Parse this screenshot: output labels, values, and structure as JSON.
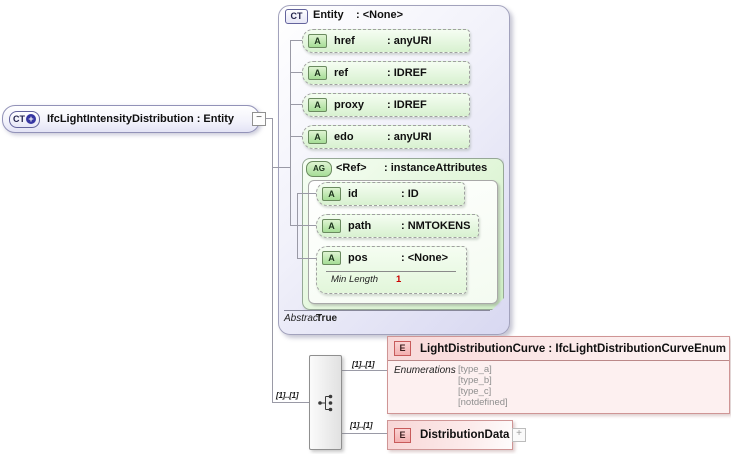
{
  "diagram": {
    "main": {
      "badge": "CT",
      "badge_plus": "+",
      "title": "IfcLightIntensityDistribution : Entity",
      "collapse_glyph": "−"
    },
    "entity": {
      "badge": "CT",
      "name": "Entity",
      "type": ": <None>",
      "attributes": [
        {
          "badge": "A",
          "name": "href",
          "type": ": anyURI"
        },
        {
          "badge": "A",
          "name": "ref",
          "type": ": IDREF"
        },
        {
          "badge": "A",
          "name": "proxy",
          "type": ": IDREF"
        },
        {
          "badge": "A",
          "name": "edo",
          "type": ": anyURI"
        }
      ],
      "group": {
        "badge": "AG",
        "name": "<Ref>",
        "type": ": instanceAttributes",
        "attributes": [
          {
            "badge": "A",
            "name": "id",
            "type": ": ID"
          },
          {
            "badge": "A",
            "name": "path",
            "type": ": NMTOKENS"
          },
          {
            "badge": "A",
            "name": "pos",
            "type": ": <None>"
          }
        ],
        "facet": {
          "label": "Min Length",
          "value": "1"
        }
      },
      "abstract_label": "Abstract",
      "abstract_value": "True"
    },
    "cardinality_parent": "[1]..[1]",
    "children": [
      {
        "badge": "E",
        "cardinality": "[1]..[1]",
        "title": "LightDistributionCurve : IfcLightDistributionCurveEnum",
        "enum_label": "Enumerations",
        "enums": [
          "[type_a]",
          "[type_b]",
          "[type_c]",
          "[notdefined]"
        ]
      },
      {
        "badge": "E",
        "cardinality": "[1]..[1]",
        "title": "DistributionData",
        "expand_glyph": "+"
      }
    ],
    "colors": {
      "lavender": "#d8d8f1",
      "green": "#d8f1d0",
      "pink": "#f8d8d8",
      "facet_red": "#cc0000"
    }
  }
}
